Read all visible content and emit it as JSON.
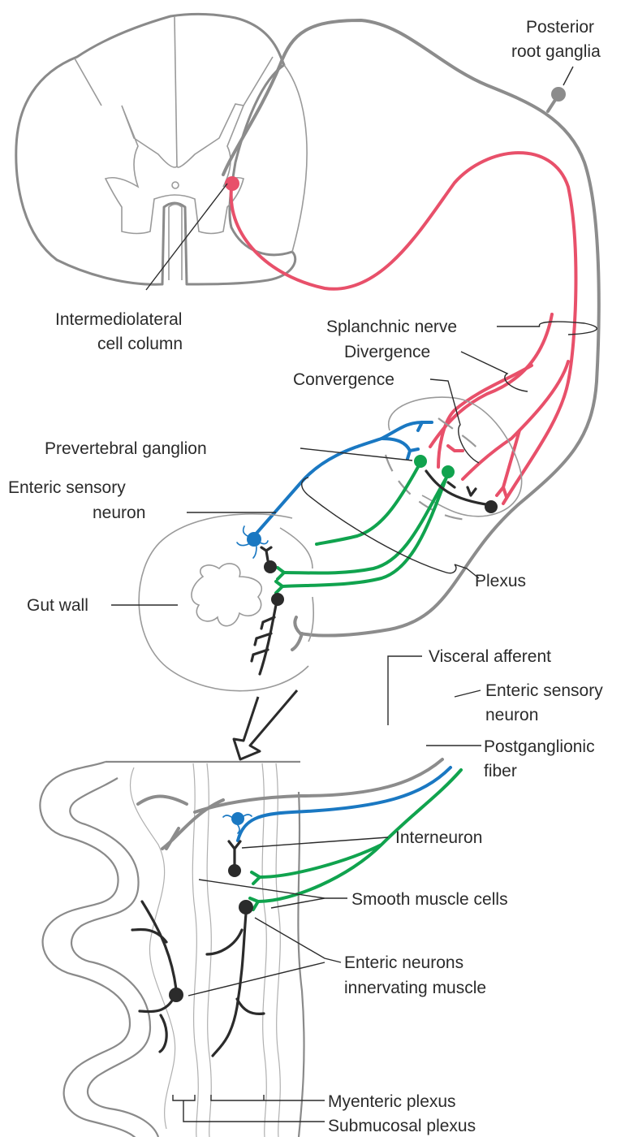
{
  "figure": {
    "title": "Autonomic and enteric innervation of the gut",
    "colors": {
      "preganglionic": "#e8506a",
      "enteric_sensory": "#1a78c2",
      "postganglionic": "#10a34e",
      "enteric_neuron": "#2b2b2b",
      "visceral_afferent": "#8c8c8c"
    },
    "labels": {
      "posterior_root_ganglia": [
        "Posterior",
        "root ganglia"
      ],
      "intermediolateral": [
        "Intermediolateral",
        "cell column"
      ],
      "splanchnic_nerve": "Splanchnic nerve",
      "divergence": "Divergence",
      "convergence": "Convergence",
      "prevertebral_ganglion": "Prevertebral ganglion",
      "enteric_sensory_neuron_top": [
        "Enteric sensory",
        "neuron"
      ],
      "plexus": "Plexus",
      "gut_wall": "Gut wall",
      "visceral_afferent": "Visceral afferent",
      "enteric_sensory_neuron_bottom": [
        "Enteric sensory",
        "neuron"
      ],
      "postganglionic_fiber": [
        "Postganglionic",
        "fiber"
      ],
      "interneuron": "Interneuron",
      "smooth_muscle_cells": "Smooth muscle cells",
      "enteric_neurons_muscle": [
        "Enteric neurons",
        "innervating muscle"
      ],
      "myenteric_plexus": "Myenteric plexus",
      "submucosal_plexus": "Submucosal plexus"
    }
  }
}
